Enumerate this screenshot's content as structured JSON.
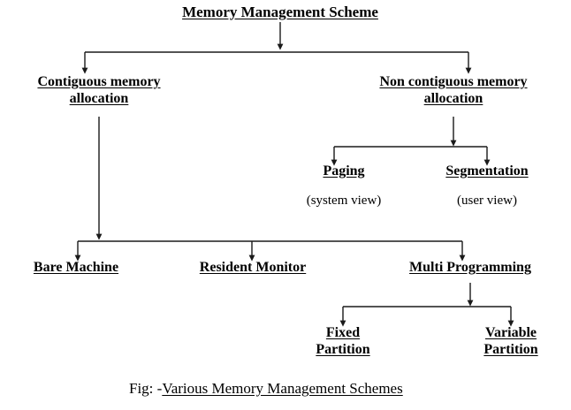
{
  "figure": {
    "title": "Memory Management Scheme",
    "caption_prefix": "Fig: -",
    "caption_underlined": "Various Memory Management Schemes",
    "line_color": "#1a1a1a",
    "text_color": "#000000",
    "background_color": "#ffffff"
  },
  "nodes": {
    "root": {
      "line1": "Memory Management Scheme"
    },
    "contiguous": {
      "line1": "Contiguous memory",
      "line2": "allocation"
    },
    "non_contiguous": {
      "line1": "Non contiguous memory",
      "line2": "allocation"
    },
    "paging": {
      "line1": "Paging"
    },
    "paging_note": {
      "line1": "(system view)"
    },
    "segmentation": {
      "line1": "Segmentation"
    },
    "segmentation_note": {
      "line1": "(user view)"
    },
    "bare_machine": {
      "line1": "Bare Machine"
    },
    "resident_monitor": {
      "line1": "Resident Monitor"
    },
    "multi_programming": {
      "line1": "Multi Programming"
    },
    "fixed_partition": {
      "line1": "Fixed",
      "line2": "Partition"
    },
    "variable_partition": {
      "line1": "Variable",
      "line2": "Partition"
    }
  }
}
